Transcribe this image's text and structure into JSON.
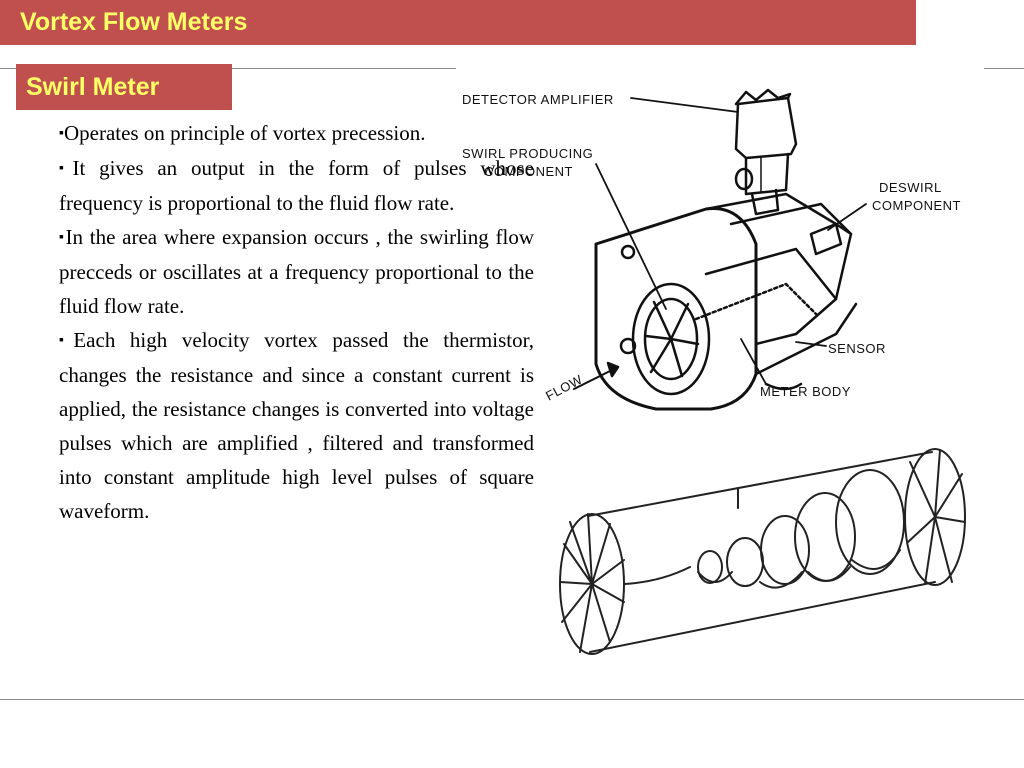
{
  "header": {
    "title": "Vortex Flow Meters"
  },
  "section": {
    "title": "Swirl Meter"
  },
  "bullets": [
    "Operates on principle of vortex precession.",
    "It gives an output in the form of  pulses whose frequency is proportional to the fluid flow rate.",
    "In the area where expansion occurs , the swirling flow precceds or oscillates at a frequency proportional to the fluid flow rate.",
    "Each high velocity vortex passed the thermistor, changes the resistance and since a constant current is applied, the resistance changes is converted into voltage pulses which are amplified , filtered and transformed into constant amplitude high level pulses of square waveform."
  ],
  "bullet_symbol": "▪",
  "figure_top": {
    "labels": {
      "detector": "DETECTOR AMPLIFIER",
      "swirl_1": "SWIRL PRODUCING",
      "swirl_2": "COMPONENT",
      "deswirl_1": "DESWIRL",
      "deswirl_2": "COMPONENT",
      "sensor": "SENSOR",
      "meter_body": "METER BODY",
      "flow": "FLOW"
    }
  },
  "colors": {
    "header_bg": "#c0504d",
    "header_text": "#ffff66"
  }
}
